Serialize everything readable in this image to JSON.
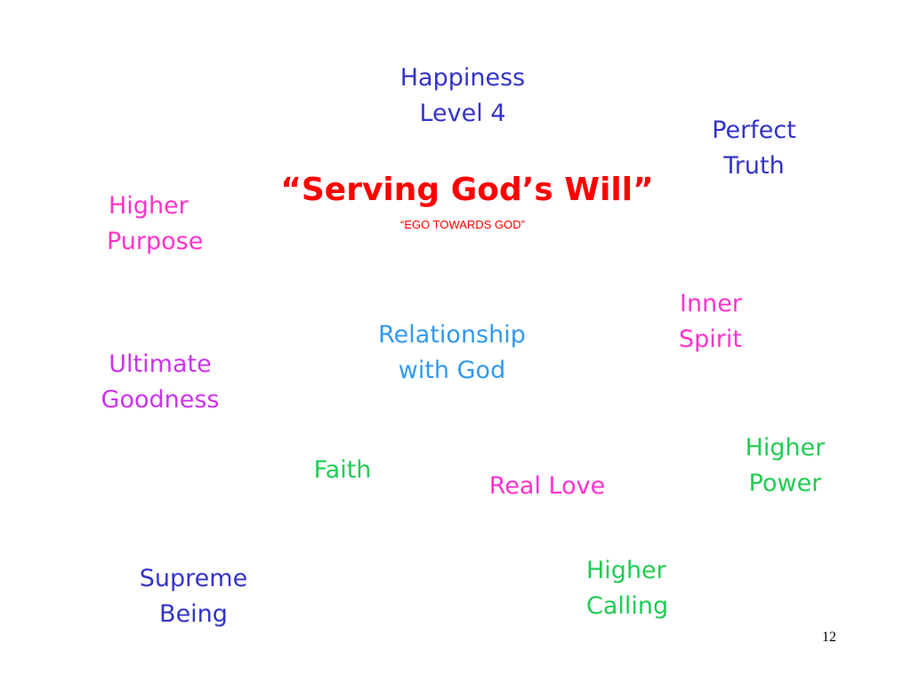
{
  "slide": {
    "title": "“Serving God’s Will”",
    "subtitle": "“EGO TOWARDS GOD”",
    "page_number": "12",
    "words": {
      "happiness": [
        "Happiness",
        "Level 4"
      ],
      "perfect_truth": [
        "Perfect",
        "Truth"
      ],
      "higher_purpose": [
        "Higher",
        "Purpose"
      ],
      "inner_spirit": [
        "Inner",
        "Spirit"
      ],
      "relationship": [
        "Relationship",
        "with God"
      ],
      "ultimate_goodness": [
        "Ultimate",
        "Goodness"
      ],
      "higher_power": [
        "Higher",
        "Power"
      ],
      "faith": [
        "Faith"
      ],
      "real_love": [
        "Real Love"
      ],
      "supreme_being": [
        "Supreme",
        "Being"
      ],
      "higher_calling": [
        "Higher",
        "Calling"
      ]
    },
    "colors": {
      "blue": "#3333cc",
      "sky": "#3399ee",
      "pink": "#ff33cc",
      "purple": "#cc33ee",
      "green": "#22cc55",
      "red": "#ff0000"
    }
  }
}
